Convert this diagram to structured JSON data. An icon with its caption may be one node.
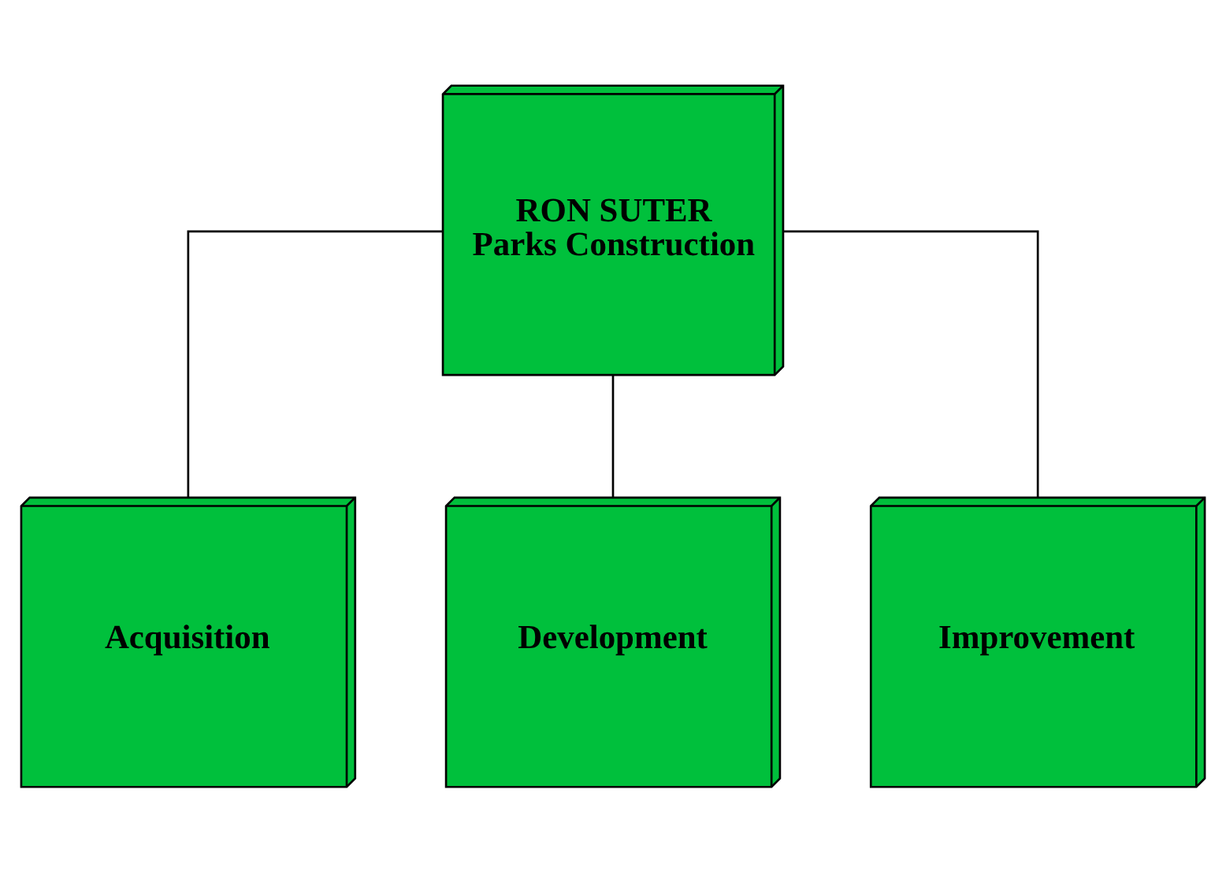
{
  "diagram": {
    "nodes": [
      {
        "text": [
          "RON SUTER",
          "Parks Construction"
        ]
      },
      {
        "text": [
          "Acquisition"
        ]
      },
      {
        "text": [
          "Development"
        ]
      },
      {
        "text": [
          "Improvement"
        ]
      }
    ],
    "edges": [
      {
        "from": 0,
        "to": 1,
        "arrow": "none"
      },
      {
        "from": 0,
        "to": 2,
        "arrow": "none"
      },
      {
        "from": 0,
        "to": 3,
        "arrow": "none"
      }
    ]
  }
}
